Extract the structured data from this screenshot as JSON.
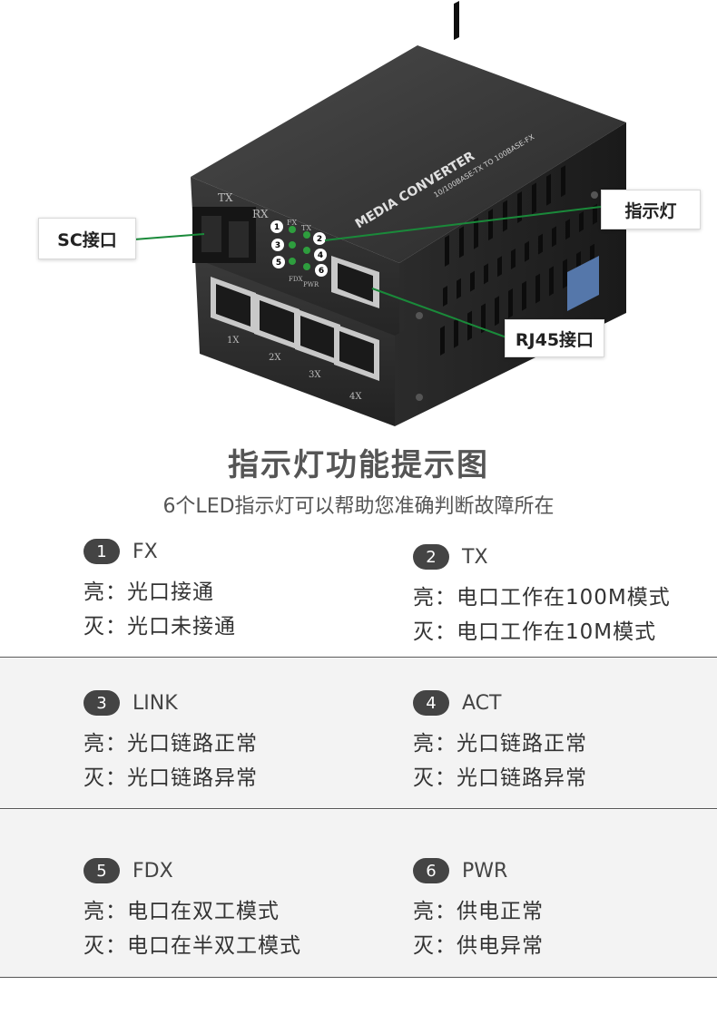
{
  "device": {
    "model_text": "MEDIA CONVERTER",
    "spec_text": "10/100BASE-TX TO 100BASE-FX",
    "tx_label": "TX",
    "rx_label": "RX",
    "led_labels": {
      "fx": "FX",
      "tx": "TX",
      "fdx": "FDX",
      "pwr": "PWR"
    },
    "led_numbers": [
      "1",
      "2",
      "3",
      "4",
      "5",
      "6"
    ],
    "port_labels": [
      "1X",
      "2X",
      "3X",
      "4X"
    ]
  },
  "callouts": {
    "sc": "SC接口",
    "indicator": "指示灯",
    "rj45": "RJ45接口"
  },
  "title": "指示灯功能提示图",
  "subtitle": "6个LED指示灯可以帮助您准确判断故障所在",
  "items": [
    {
      "num": "1",
      "name": "FX",
      "on": "亮：光口接通",
      "off": "灭：光口未接通"
    },
    {
      "num": "2",
      "name": "TX",
      "on": "亮：电口工作在100M模式",
      "off": "灭：电口工作在10M模式"
    },
    {
      "num": "3",
      "name": "LINK",
      "on": "亮：光口链路正常",
      "off": "灭：光口链路异常"
    },
    {
      "num": "4",
      "name": "ACT",
      "on": "亮：光口链路正常",
      "off": "灭：光口链路异常"
    },
    {
      "num": "5",
      "name": "FDX",
      "on": "亮：电口在双工模式",
      "off": "灭：电口在半双工模式"
    },
    {
      "num": "6",
      "name": "PWR",
      "on": "亮：供电正常",
      "off": "灭：供电异常"
    }
  ],
  "colors": {
    "leader_line": "#1a8a3a",
    "led": "#2e9e3e",
    "badge": "#444444"
  }
}
